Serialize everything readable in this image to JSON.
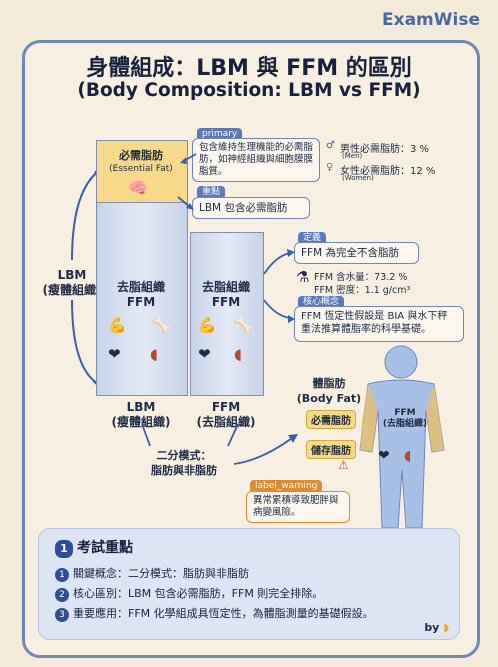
{
  "brand": "ExamWise",
  "title": "身體組成：LBM 與 FFM 的區別",
  "subtitle": "(Body Composition: LBM vs FFM)",
  "lbm_side_label": "LBM\n(瘦體組織)",
  "essential_fat": {
    "zh": "必需脂肪",
    "en": "(Essential Fat)"
  },
  "lbm_column": {
    "inner": "去脂組織\nFFM",
    "bottom": "LBM\n(瘦體組織)"
  },
  "ffm_column": {
    "inner": "去脂組織\nFFM",
    "bottom": "FFM\n(去脂組織)"
  },
  "primary_box": {
    "tag": "primary",
    "text": "包含維持生理機能的必需脂肪，如神經組織與細胞膜膜脂質。"
  },
  "sex_values": {
    "male": "男性必需脂肪：3 %",
    "male_en": "(Men)",
    "female": "女性必需脂肪：12 %",
    "female_en": "(Women)"
  },
  "key_box": {
    "tag": "重點",
    "text": "LBM 包含必需脂肪"
  },
  "definition_box": {
    "tag": "定義",
    "text": "FFM 為完全不含脂肪"
  },
  "ffm_constants": {
    "water": "FFM 含水量：73.2 %",
    "density": "FFM 密度：1.1 g/cm³"
  },
  "core_box": {
    "tag": "核心概念",
    "text": "FFM 恆定性假設是 BIA 與水下秤重法推算體脂率的科學基礎。"
  },
  "two_compartment": "二分模式：\n脂肪與非脂肪",
  "body_fat_label": "體脂肪\n(Body Fat)",
  "essential_fat_chip": "必需脂肪",
  "storage_fat_chip": "儲存脂肪",
  "body_ffm_label": "FFM\n(去脂組織)",
  "warning_box": {
    "tag": "label_warning",
    "text": "異常累積導致肥胖與病變風險。"
  },
  "summary": {
    "heading": "考試重點",
    "items": [
      "關鍵概念：二分模式：脂肪與非脂肪",
      "核心區別：LBM 包含必需脂肪，FFM 則完全排除。",
      "重要應用：FFM 化學組成具恆定性，為體脂測量的基礎假設。"
    ],
    "by": "by"
  },
  "colors": {
    "accent": "#4b68a6",
    "fat": "#f7d98a",
    "warning": "#e08a2c"
  }
}
